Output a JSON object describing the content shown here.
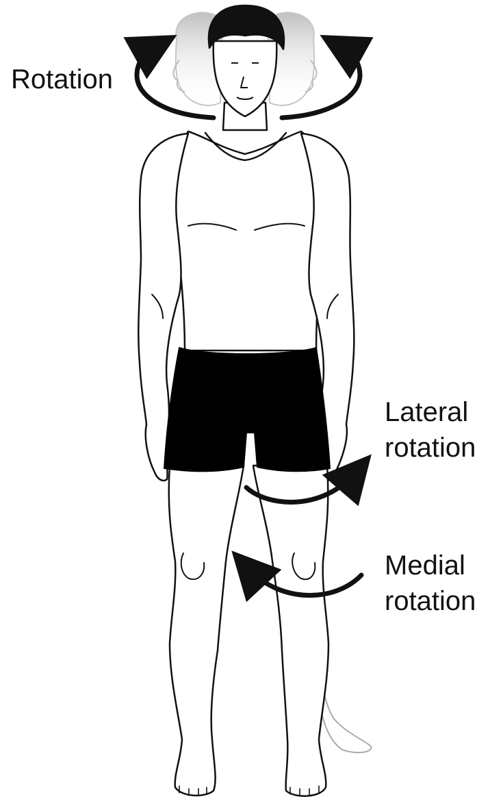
{
  "labels": {
    "rotation": "Rotation",
    "lateral_line1": "Lateral",
    "lateral_line2": "rotation",
    "medial_line1": "Medial",
    "medial_line2": "rotation"
  },
  "colors": {
    "ink": "#111111",
    "shorts": "#000000",
    "hair": "#111111",
    "ghost_head": "#9a9a9a",
    "skin": "#ffffff"
  },
  "icons": [
    "head-rotation-arrow",
    "lateral-rotation-arrow",
    "medial-rotation-arrow"
  ]
}
